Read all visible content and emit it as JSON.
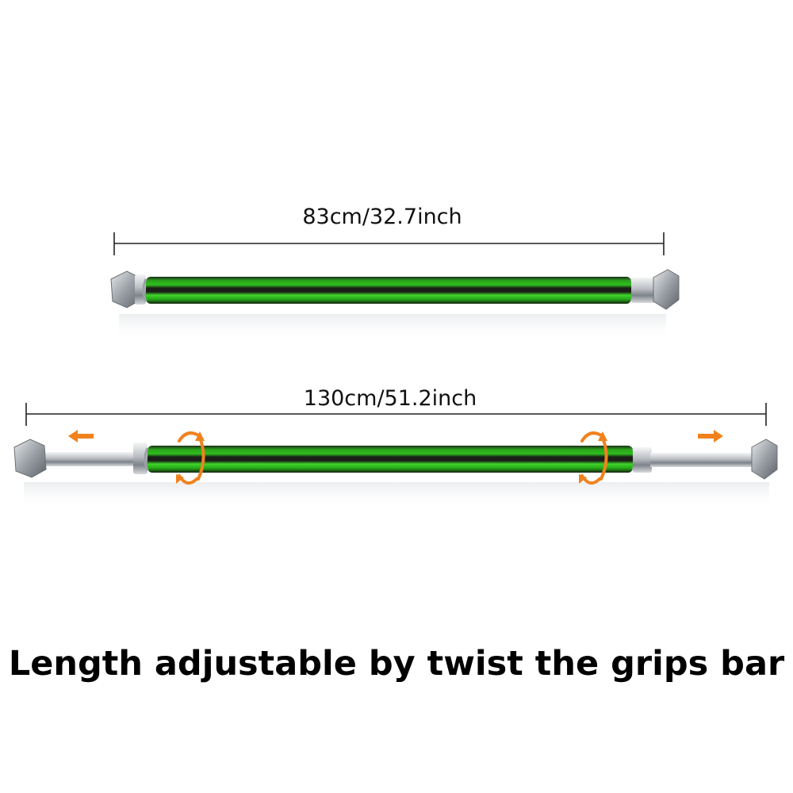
{
  "bar_short": {
    "length_label": "83cm/32.7inch"
  },
  "bar_long": {
    "length_label": "130cm/51.2inch"
  },
  "caption": "Length adjustable by twist the grips bar",
  "colors": {
    "grip_green": "#2fbf1e",
    "grip_dark": "#1b2a18",
    "arrow_orange": "#f0821e",
    "steel": "#c9ccd0",
    "dimension_line": "#222222"
  },
  "icons": {
    "extend_arrows": "arrow-left-icon / arrow-right-icon",
    "twist_arrows": "rotate-icon"
  }
}
